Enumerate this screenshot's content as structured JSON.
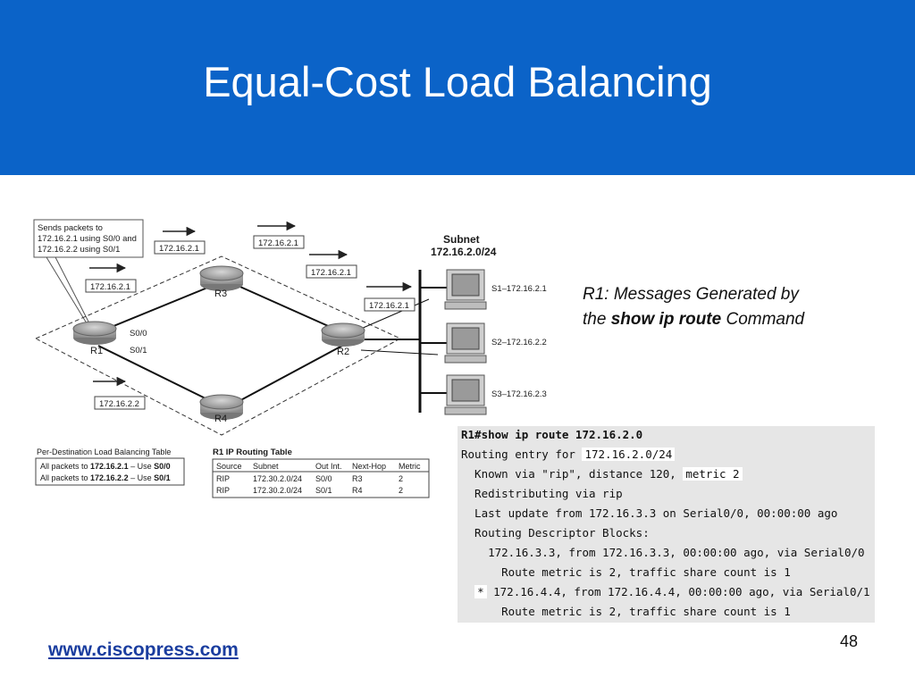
{
  "slide": {
    "title": "Equal-Cost Load Balancing",
    "url": "www.ciscopress.com",
    "page_number": "48",
    "colors": {
      "header": "#0b63c8",
      "url": "#1a3d9f",
      "console_bg": "#e6e6e6"
    }
  },
  "caption": {
    "line1": "R1: Messages Generated by",
    "line2_prefix": "the ",
    "line2_bold": "show ip route",
    "line2_suffix": " Command"
  },
  "diagram": {
    "callout": [
      "Sends packets to",
      "172.16.2.1 using S0/0 and",
      "172.16.2.2 using S0/1"
    ],
    "routers": {
      "r1": "R1",
      "r2": "R2",
      "r3": "R3",
      "r4": "R4"
    },
    "interfaces": {
      "s00": "S0/0",
      "s01": "S0/1"
    },
    "packets": {
      "p1": "172.16.2.1",
      "p2": "172.16.2.1",
      "p3": "172.16.2.1",
      "p4": "172.16.2.1",
      "p5": "172.16.2.1",
      "p6": "172.16.2.2"
    },
    "subnet": {
      "label": "Subnet",
      "address": "172.16.2.0/24"
    },
    "hosts": {
      "s1": "S1–172.16.2.1",
      "s2": "S2–172.16.2.2",
      "s3": "S3–172.16.2.3"
    },
    "lb_table": {
      "title": "Per-Destination Load Balancing Table",
      "row1": {
        "prefix": "All packets to ",
        "ip": "172.16.2.1",
        "mid": " – Use ",
        "iface": "S0/0"
      },
      "row2": {
        "prefix": "All packets to ",
        "ip": "172.16.2.2",
        "mid": " – Use ",
        "iface": "S0/1"
      }
    },
    "routing_table": {
      "title": "R1 IP Routing Table",
      "headers": [
        "Source",
        "Subnet",
        "Out Int.",
        "Next-Hop",
        "Metric"
      ],
      "rows": [
        [
          "RIP",
          "172.30.2.0/24",
          "S0/0",
          "R3",
          "2"
        ],
        [
          "RIP",
          "172.30.2.0/24",
          "S0/1",
          "R4",
          "2"
        ]
      ]
    }
  },
  "console": {
    "l1": "R1#show ip route 172.16.2.0",
    "l2_pre": "Routing entry for ",
    "l2_hl": "172.16.2.0/24",
    "l3_pre": "  Known via \"rip\", distance 120, ",
    "l3_hl": "metric 2",
    "l4": "  Redistributing via rip",
    "l5": "  Last update from 172.16.3.3 on Serial0/0, 00:00:00 ago",
    "l6": "  Routing Descriptor Blocks:",
    "l7": "    172.16.3.3, from 172.16.3.3, 00:00:00 ago, via Serial0/0",
    "l8": "      Route metric is 2, traffic share count is 1",
    "l9_pre": "  ",
    "l9_hl": "*",
    "l9_post": " 172.16.4.4, from 172.16.4.4, 00:00:00 ago, via Serial0/1",
    "l10": "      Route metric is 2, traffic share count is 1"
  }
}
